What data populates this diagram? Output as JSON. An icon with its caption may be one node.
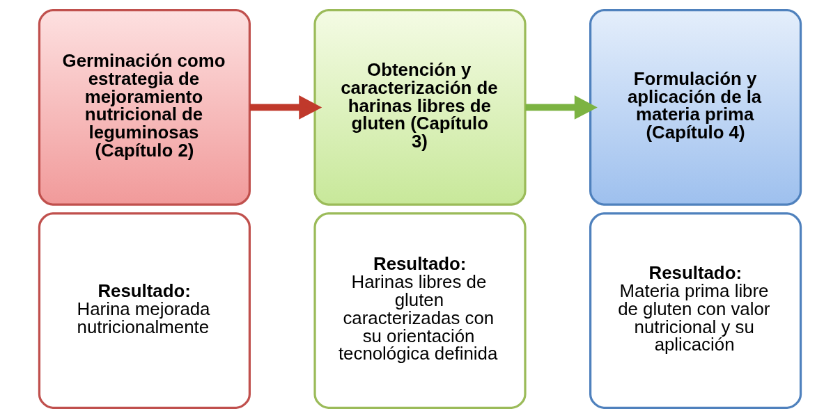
{
  "diagram": {
    "nodes": [
      {
        "text": [
          "Germinación como estrategia de mejoramiento nutricional de leguminosas (Capítulo 2)"
        ]
      },
      {
        "text": [
          "Resultado:",
          "Harina mejorada nutricionalmente"
        ]
      },
      {
        "text": [
          "Obtención y caracterización de harinas libres de gluten (Capítulo 3)"
        ]
      },
      {
        "text": [
          "Resultado:",
          "Harinas libres de gluten caracterizadas con su orientación tecnológica definida"
        ]
      },
      {
        "text": [
          "Formulación y aplicación de la materia prima (Capítulo 4)"
        ]
      },
      {
        "text": [
          "Resultado:",
          "Materia prima libre de gluten con valor nutricional y su aplicación"
        ]
      }
    ],
    "edges": [
      {
        "from": 0,
        "to": 2,
        "arrow": "to",
        "color": "#c0392b"
      },
      {
        "from": 2,
        "to": 4,
        "arrow": "to",
        "color": "#7cb342"
      }
    ]
  }
}
